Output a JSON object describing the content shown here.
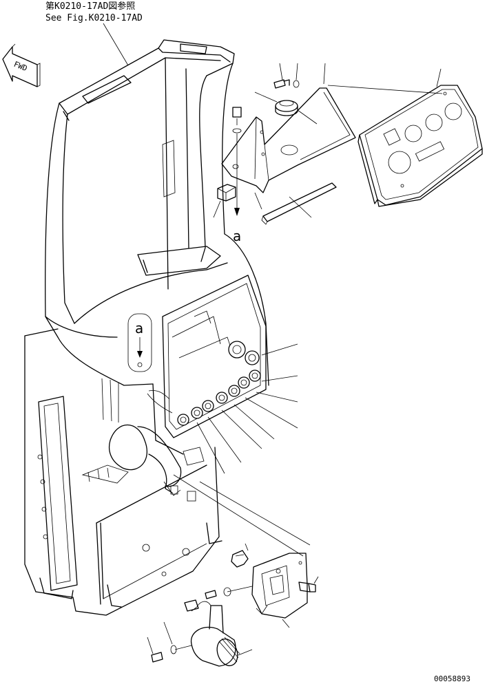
{
  "reference": {
    "line1": "第K0210-17AD図参照",
    "line2": "See Fig.K0210-17AD"
  },
  "fwd_label": "FWD",
  "view_marker": "a",
  "drawing_number": "00058893"
}
